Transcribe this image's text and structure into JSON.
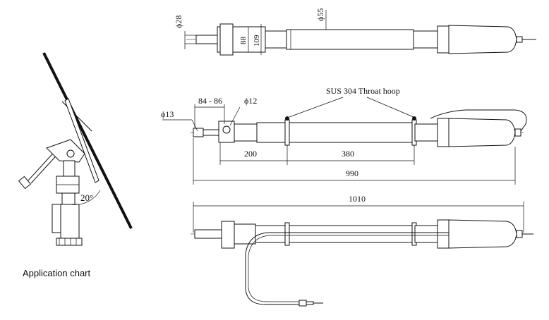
{
  "caption": "Application chart",
  "application": {
    "angle_label": "20°"
  },
  "view_top": {
    "dia_rod": "ϕ28",
    "dia_tube": "ϕ55",
    "dim_88": "88",
    "dim_109": "109"
  },
  "view_middle": {
    "dia_13": "ϕ13",
    "dim_84_86": "84 - 86",
    "dia_12": "ϕ12",
    "hoop_label": "SUS 304 Throat hoop",
    "dim_200": "200",
    "dim_380": "380",
    "dim_990": "990"
  },
  "view_bottom": {
    "dim_1010": "1010"
  }
}
